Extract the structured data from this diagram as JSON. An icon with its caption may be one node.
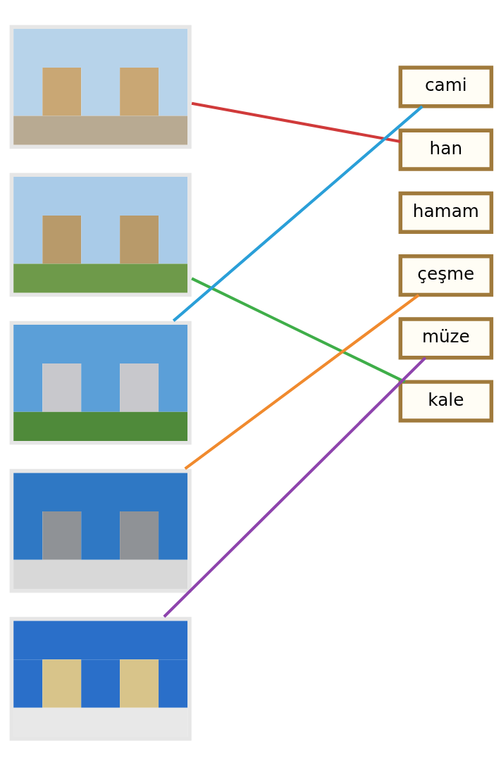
{
  "diagram": {
    "nodes": [
      {
        "text": [],
        "shape": "picture"
      },
      {
        "text": [],
        "shape": "picture"
      },
      {
        "text": [],
        "shape": "picture"
      },
      {
        "text": [],
        "shape": "picture"
      },
      {
        "text": [],
        "shape": "picture"
      },
      {
        "text": [
          "cami"
        ]
      },
      {
        "text": [
          "han"
        ]
      },
      {
        "text": [
          "hamam"
        ]
      },
      {
        "text": [
          "çeşme"
        ]
      },
      {
        "text": [
          "müze"
        ]
      },
      {
        "text": [
          "kale"
        ]
      }
    ],
    "edges": [
      {
        "from": 0,
        "to": 6,
        "arrow": "none",
        "color": "#d03a3a"
      },
      {
        "from": 1,
        "to": 10,
        "arrow": "none",
        "color": "#3fae49"
      },
      {
        "from": 2,
        "to": 5,
        "arrow": "none",
        "color": "#2a9fd8"
      },
      {
        "from": 3,
        "to": 8,
        "arrow": "none",
        "color": "#f08a2e"
      },
      {
        "from": 4,
        "to": 9,
        "arrow": "none",
        "color": "#8e44ad"
      }
    ]
  }
}
